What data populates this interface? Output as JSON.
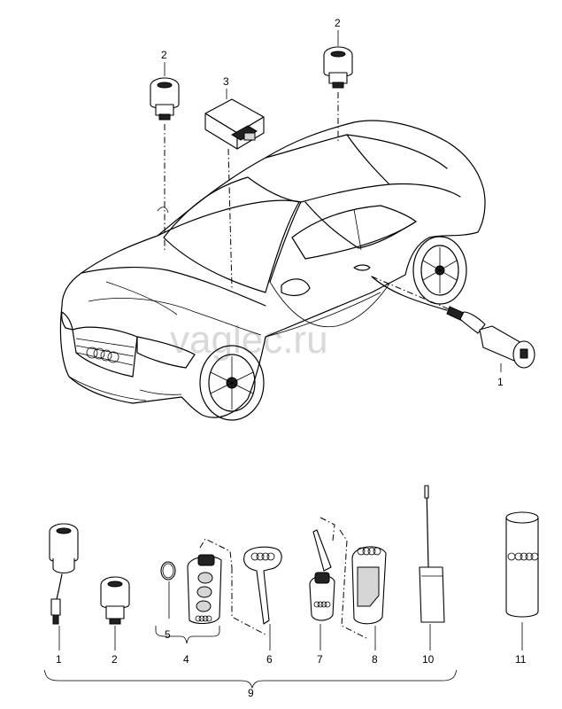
{
  "watermark": "vaglec.ru",
  "callouts": {
    "lock_cylinder_door": "1",
    "lock_cylinder_top_left": "2",
    "lock_cylinder_top_right": "2",
    "control_unit": "3",
    "bottom_lock_cylinder_door": "1",
    "bottom_lock_cylinder_small": "2",
    "key_battery": "5",
    "remote_key_set": "4",
    "emergency_key_blade": "6",
    "folding_key": "7",
    "remote_key_housing": "8",
    "antenna_module": "10",
    "repair_set_assembly": "9",
    "lubricant_can": "11"
  }
}
